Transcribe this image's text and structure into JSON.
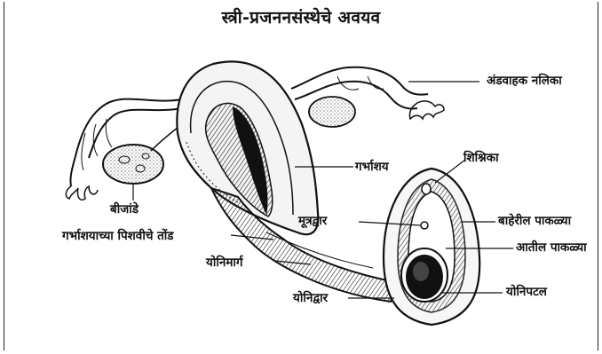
{
  "title": "स्त्री-प्रजननसंस्थेचे अवयव",
  "labels": {
    "fallopian_tube": "अंडवाहक नलिका",
    "ovary": "बीजांडे",
    "uterus": "गर्भाशय",
    "clitoris": "शिश्निका",
    "urethral_opening": "मूत्रद्वार",
    "outer_labia": "बाहेरील पाकळ्या",
    "cervix": "गर्भाशयाच्या पिशवीचे तोंड",
    "inner_labia": "आतील पाकळ्या",
    "vagina": "योनिमार्ग",
    "vaginal_opening": "योनिद्वार",
    "hymen": "योनिपटल"
  }
}
